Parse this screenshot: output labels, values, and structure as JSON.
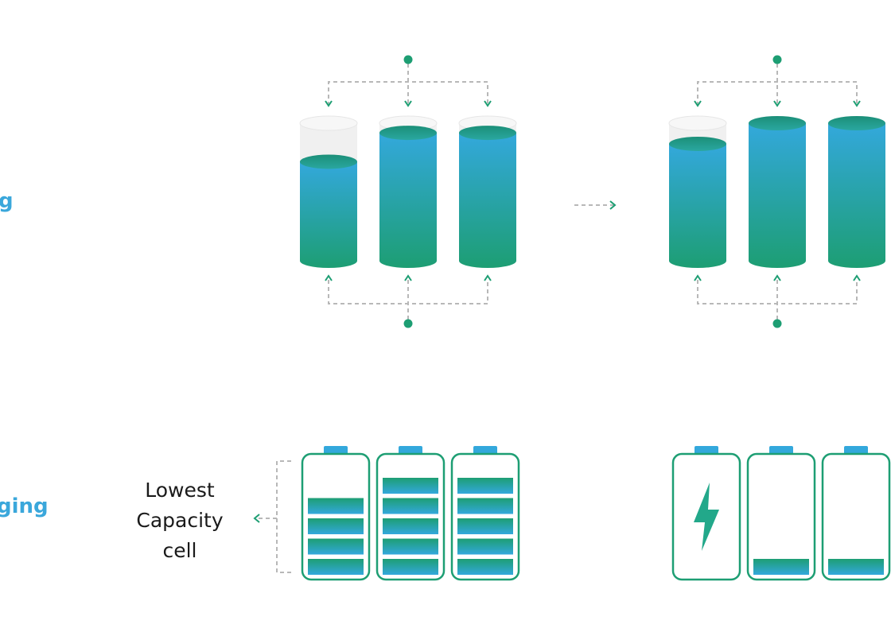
{
  "labels": {
    "row_top_fragment": "g",
    "row_bottom_fragment": "ging",
    "lowest_capacity_line1": "Lowest",
    "lowest_capacity_line2": "Capacity",
    "lowest_capacity_line3": "cell"
  },
  "colors": {
    "liquid_top": "#33a8dc",
    "liquid_bottom": "#1d9e73",
    "empty_cylinder": "#f0f0f0",
    "node": "#1d9e73",
    "dashed_line": "#b8b8b8",
    "battery_outline": "#1d9e73",
    "battery_terminal": "#33a8dc",
    "row_label": "#3aa7db",
    "bolt": "#22a88a"
  },
  "cylinder_groups": [
    {
      "name": "before",
      "fill_levels": [
        0.72,
        0.93,
        0.93
      ]
    },
    {
      "name": "after",
      "fill_levels": [
        0.85,
        1.0,
        1.0
      ]
    }
  ],
  "battery_groups": [
    {
      "name": "discharging",
      "bars_filled": [
        4,
        5,
        5
      ],
      "bars_total": 5,
      "charging_icon": [
        false,
        false,
        false
      ]
    },
    {
      "name": "charging",
      "bars_filled": [
        0,
        1,
        1
      ],
      "bars_total": 5,
      "charging_icon": [
        true,
        false,
        false
      ]
    }
  ],
  "icons": {
    "transition_arrow": "arrow-right-icon",
    "lowest_cell_arrow": "arrow-left-icon",
    "bolt": "lightning-bolt-icon"
  }
}
